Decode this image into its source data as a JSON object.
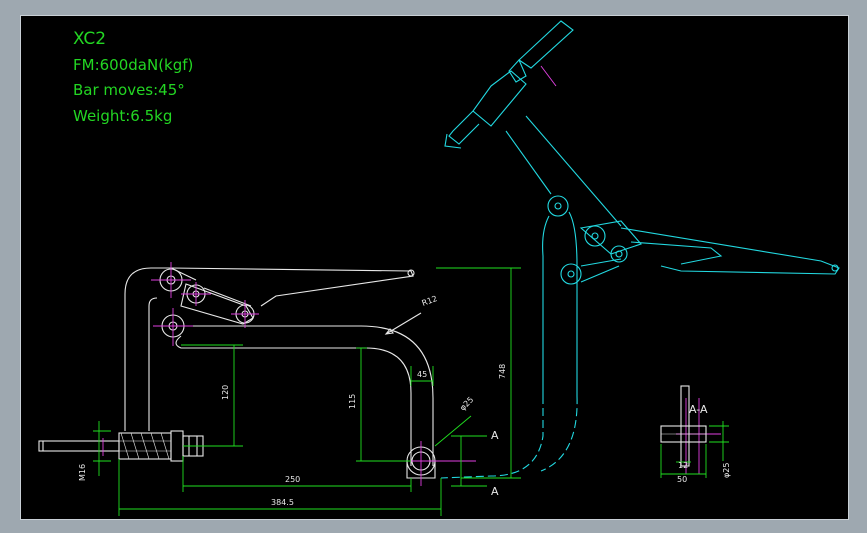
{
  "notes": {
    "title": "XC2",
    "force": "FM:600daN(kgf)",
    "bar_moves": "Bar moves:45°",
    "weight": "Weight:6.5kg"
  },
  "dimensions": {
    "d120": "120",
    "d115": "115",
    "d45": "45",
    "d748": "748",
    "d250": "250",
    "d3845": "384.5",
    "m16": "M16",
    "r12": "R12",
    "dia25": "φ25"
  },
  "section": {
    "label": "A-A",
    "cut_mark": "A",
    "d12": "12",
    "d50": "50",
    "dia25": "φ25"
  },
  "colors": {
    "background": "#000000",
    "outline": "#e8e8e8",
    "open_position": "#22d8e0",
    "dimension": "#20e020",
    "centerline": "#e040e0",
    "notes": "#23d623"
  }
}
